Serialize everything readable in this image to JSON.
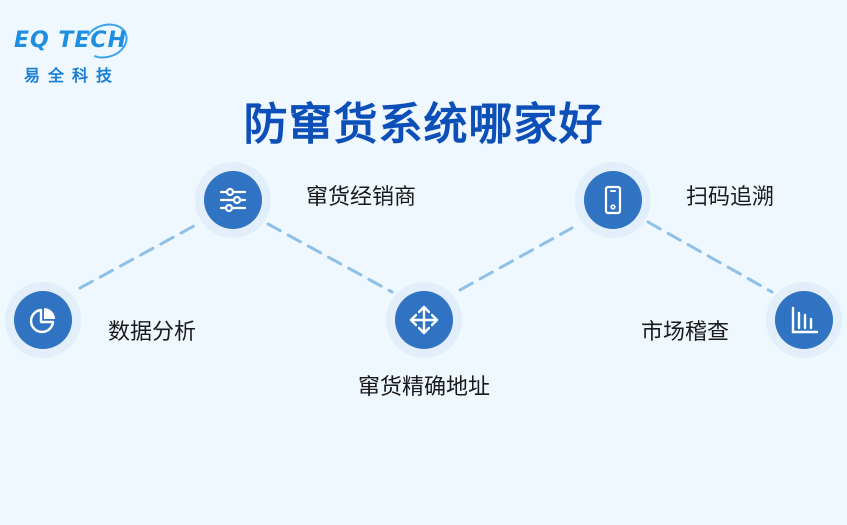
{
  "logo": {
    "en": "EQ TECH",
    "cn": "易全科技"
  },
  "title": "防窜货系统哪家好",
  "colors": {
    "background": "#eff7ff",
    "title": "#0d4fb8",
    "node_fill": "#2f73c2",
    "node_halo": "#e2eef9",
    "connector": "#8fc0e6"
  },
  "nodes": [
    {
      "id": "data-analysis",
      "label": "数据分析",
      "icon": "pie-chart-icon"
    },
    {
      "id": "dealer",
      "label": "窜货经销商",
      "icon": "sliders-icon"
    },
    {
      "id": "precise-address",
      "label": "窜货精确地址",
      "icon": "move-arrows-icon"
    },
    {
      "id": "scan-trace",
      "label": "扫码追溯",
      "icon": "mobile-phone-icon"
    },
    {
      "id": "market-inspection",
      "label": "市场稽查",
      "icon": "bar-chart-icon"
    }
  ]
}
